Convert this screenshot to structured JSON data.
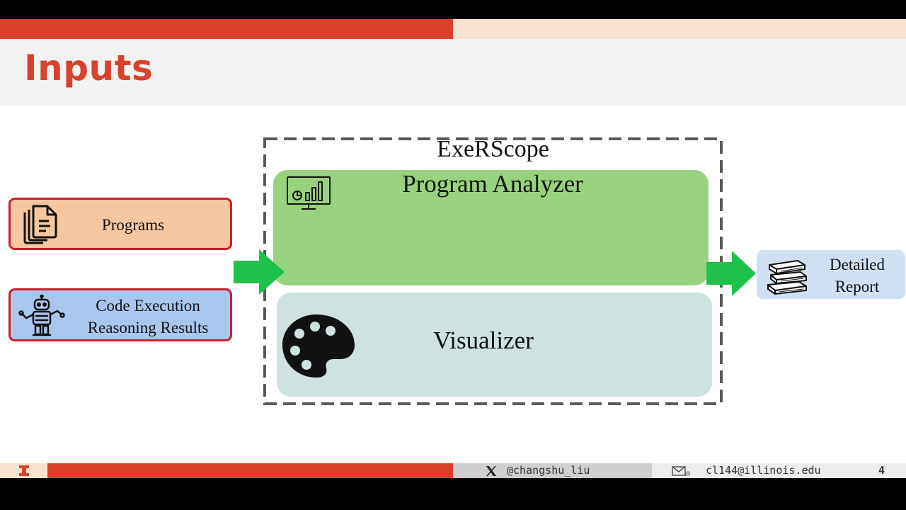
{
  "slide": {
    "title": "Inputs",
    "page_number": "4"
  },
  "inputs": [
    {
      "label": "Programs",
      "icon": "document-stack-icon"
    },
    {
      "label_line1": "Code Execution",
      "label_line2": "Reasoning Results",
      "icon": "robot-icon"
    }
  ],
  "system": {
    "name": "ExeRScope",
    "components": [
      {
        "label": "Program Analyzer",
        "icon": "monitor-chart-icon"
      },
      {
        "label": "Visualizer",
        "icon": "palette-icon"
      }
    ]
  },
  "output": {
    "label_line1": "Detailed",
    "label_line2": "Report",
    "icon": "books-icon"
  },
  "footer": {
    "twitter": "@changshu_liu",
    "email": "cl144@illinois.edu"
  },
  "colors": {
    "accent_red": "#d9412b",
    "arrow_green": "#1ec24a",
    "analyzer_green": "#98d27e",
    "visualizer_teal": "#cfe2e2"
  }
}
